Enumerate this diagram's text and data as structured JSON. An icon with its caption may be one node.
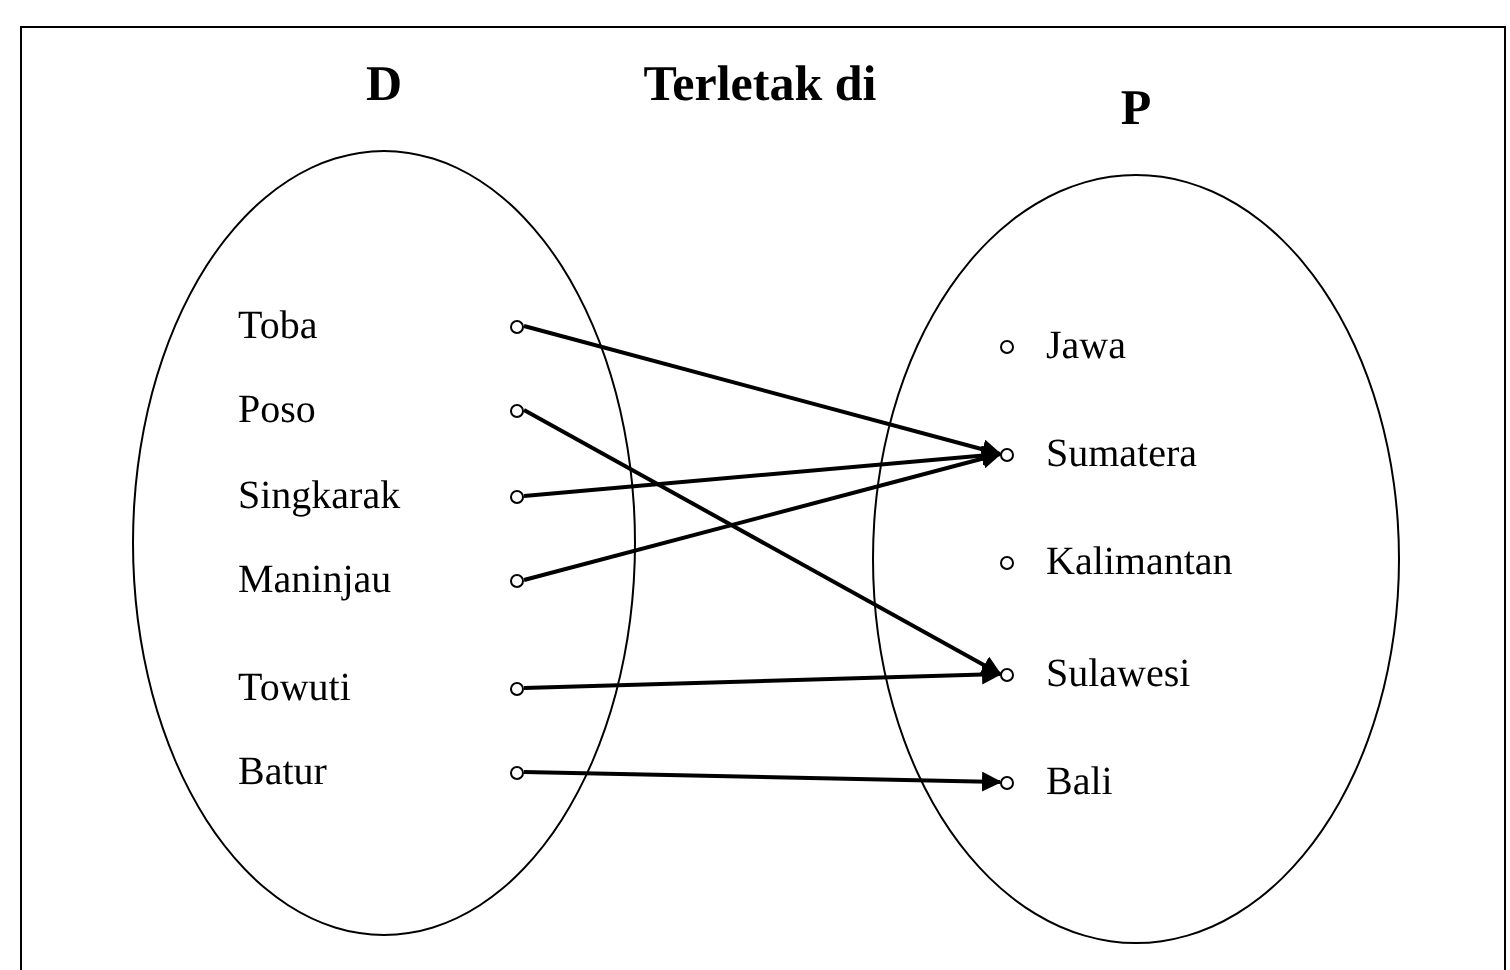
{
  "diagram": {
    "title": "Terletak di",
    "nodes": [
      {
        "text": [
          "D"
        ]
      },
      {
        "text": [
          "Toba"
        ],
        "in": 0
      },
      {
        "text": [
          "Poso"
        ],
        "in": 0
      },
      {
        "text": [
          "Singkarak"
        ],
        "in": 0
      },
      {
        "text": [
          "Maninjau"
        ],
        "in": 0
      },
      {
        "text": [
          "Towuti"
        ],
        "in": 0
      },
      {
        "text": [
          "Batur"
        ],
        "in": 0
      },
      {
        "text": [
          "P"
        ]
      },
      {
        "text": [
          "Jawa"
        ],
        "in": 7
      },
      {
        "text": [
          "Sumatera"
        ],
        "in": 7
      },
      {
        "text": [
          "Kalimantan"
        ],
        "in": 7
      },
      {
        "text": [
          "Sulawesi"
        ],
        "in": 7
      },
      {
        "text": [
          "Bali"
        ],
        "in": 7
      }
    ],
    "edges": [
      {
        "from": 1,
        "to": 9,
        "arrow": "to"
      },
      {
        "from": 2,
        "to": 11,
        "arrow": "to"
      },
      {
        "from": 3,
        "to": 9,
        "arrow": "to"
      },
      {
        "from": 4,
        "to": 9,
        "arrow": "to"
      },
      {
        "from": 5,
        "to": 11,
        "arrow": "to"
      },
      {
        "from": 6,
        "to": 12,
        "arrow": "to"
      }
    ]
  }
}
